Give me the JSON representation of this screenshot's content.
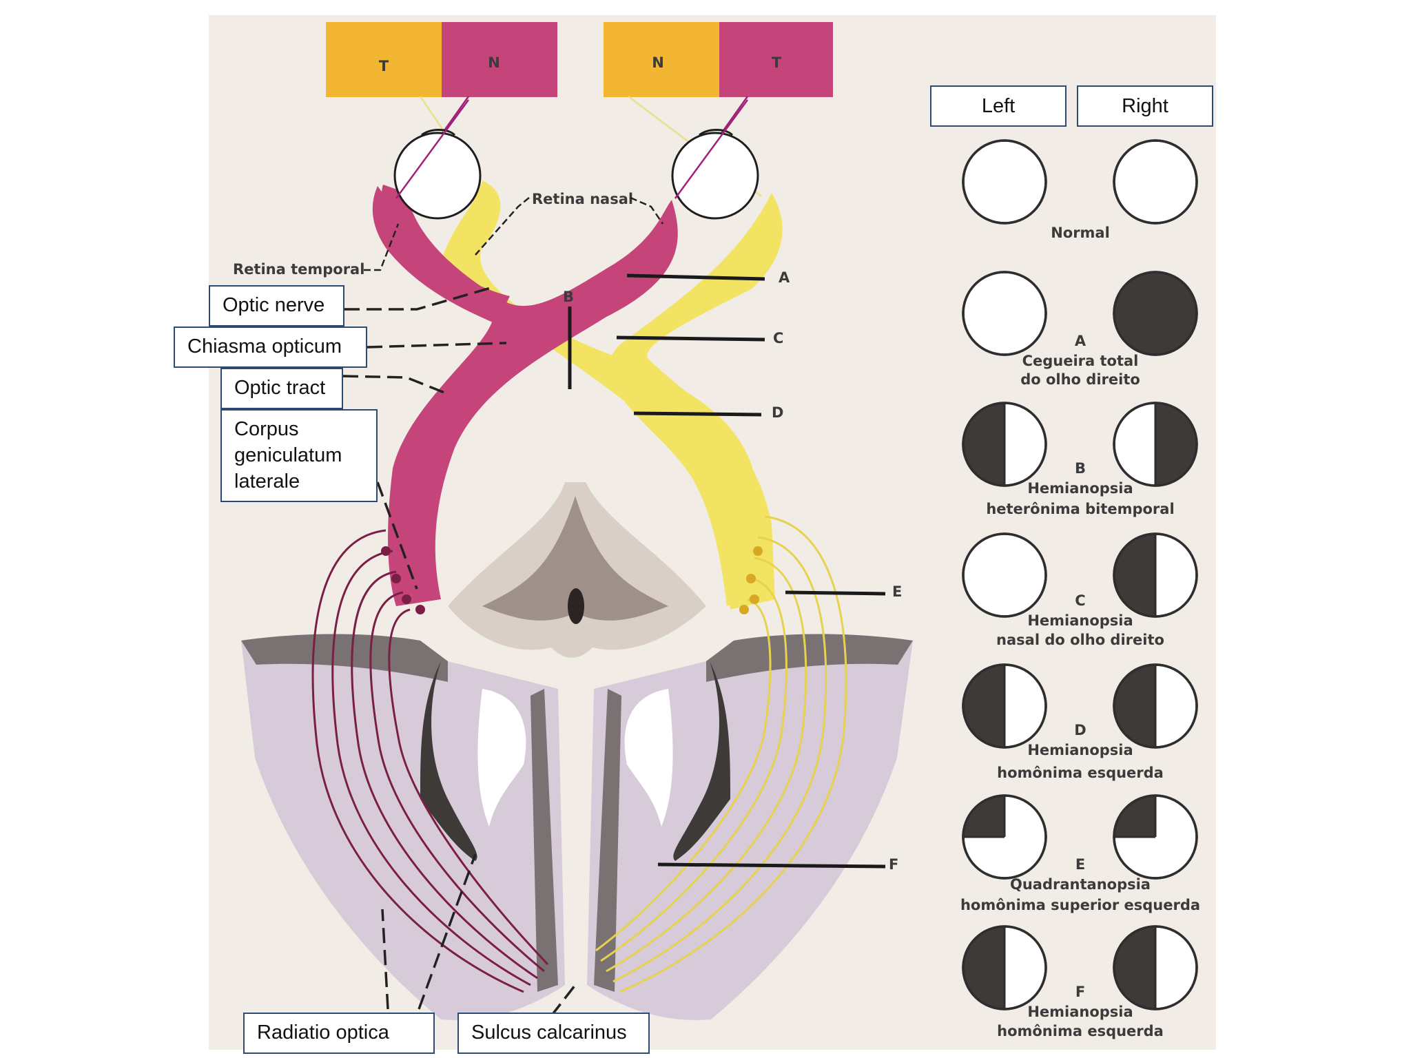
{
  "field_boxes": {
    "left_eye": {
      "temporal": "T",
      "nasal": "N"
    },
    "right_eye": {
      "nasal": "N",
      "temporal": "T"
    }
  },
  "diagram_labels": {
    "retina_temporal": "Retina temporal",
    "retina_nasal": "Retina nasal",
    "lesion_a": "A",
    "lesion_b": "B",
    "lesion_c": "C",
    "lesion_d": "D",
    "lesion_e": "E",
    "lesion_f": "F"
  },
  "callouts": {
    "optic_nerve": "Optic nerve",
    "chiasma": "Chiasma opticum",
    "optic_tract": "Optic tract",
    "corpus_line1": "Corpus",
    "corpus_line2": "geniculatum",
    "corpus_line3": "laterale",
    "radiatio": "Radiatio optica",
    "sulcus": "Sulcus calcarinus"
  },
  "column_headers": {
    "left": "Left",
    "right": "Right"
  },
  "visual_fields": [
    {
      "letter": "",
      "line1": "Normal",
      "line2": "",
      "left": "clear",
      "right": "clear"
    },
    {
      "letter": "A",
      "line1": "Cegueira  total",
      "line2": "do  olho  direito",
      "left": "clear",
      "right": "full"
    },
    {
      "letter": "B",
      "line1": "Hemianopsia",
      "line2": "heterônima  bitemporal",
      "left": "left-half",
      "right": "right-half"
    },
    {
      "letter": "C",
      "line1": "Hemianopsia",
      "line2": "nasal  do  olho  direito",
      "left": "clear",
      "right": "left-half"
    },
    {
      "letter": "D",
      "line1": "Hemianopsia",
      "line2": "homônima   esquerda",
      "left": "left-half",
      "right": "left-half"
    },
    {
      "letter": "E",
      "line1": "Quadrantanopsia",
      "line2": "homônima  superior  esquerda",
      "left": "upper-left-quarter",
      "right": "upper-left-quarter"
    },
    {
      "letter": "F",
      "line1": "Hemianopsia",
      "line2": "homônima  esquerda",
      "left": "left-half",
      "right": "left-half"
    }
  ],
  "colors": {
    "temporal_field": "#f2b632",
    "nasal_field": "#c5457a",
    "left_pathway": "#c5457a",
    "right_pathway": "#f2e363",
    "fiber_left": "#7a1e45",
    "fiber_right": "#e6d24f",
    "brain_tissue": "#d8cbd9",
    "cortex_grey": "#7a7272"
  }
}
